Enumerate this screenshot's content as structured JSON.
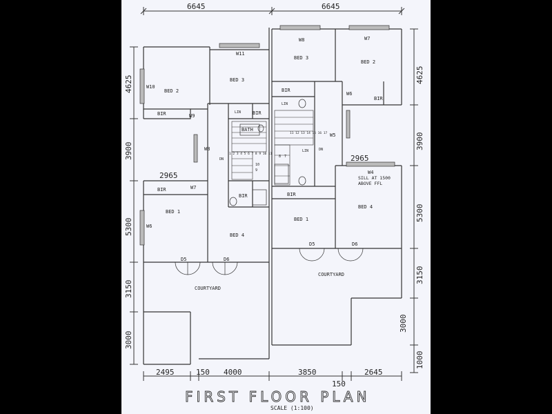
{
  "title": "FIRST FLOOR PLAN",
  "scale": "SCALE (1:100)",
  "dims": {
    "top_left": "6645",
    "top_right": "6645",
    "left_1": "4625",
    "left_2": "3900",
    "left_3": "5300",
    "left_4": "3150",
    "left_5": "3000",
    "inner_left": "2965",
    "inner_right": "2965",
    "right_1": "4625",
    "right_2": "3900",
    "right_3": "5300",
    "right_4": "3150",
    "right_5": "3000",
    "right_6": "1000",
    "bottom_1": "2495",
    "bottom_2": "150",
    "bottom_3": "4000",
    "bottom_4": "3850",
    "bottom_5": "150",
    "bottom_6": "2645"
  },
  "rooms": {
    "bed2_left": "BED 2",
    "bed3_left": "BED 3",
    "bed1_left": "BED 1",
    "bed4_left": "BED 4",
    "bed3_right": "BED 3",
    "bed2_right": "BED 2",
    "bed1_right": "BED 1",
    "bed4_right": "BED 4",
    "courtyard_left": "COURTYARD",
    "courtyard_right": "COURTYARD",
    "bath": "BATH"
  },
  "labels": {
    "w10": "W10",
    "w11": "W11",
    "w9": "W9",
    "w8_left": "W8",
    "w7_left": "W7",
    "w6_left": "W6",
    "w8_right": "W8",
    "w7_right": "W7",
    "w6_right": "W6",
    "w5": "W5",
    "w4": "W4",
    "d5_left": "D5",
    "d6_left": "D6",
    "d5_right": "D5",
    "d6_right": "D6",
    "bir_1": "BIR",
    "bir_2": "BIR",
    "bir_3": "BIR",
    "bir_4": "BIR",
    "bir_5": "BIR",
    "bir_6": "BIR",
    "bir_7": "BIR",
    "lin_1": "LIN",
    "lin_2": "LIN",
    "lin_3": "LIN",
    "dn_1": "DN",
    "dn_2": "DN",
    "sill_1": "SILL AT 1500",
    "sill_2": "ABOVE FFL",
    "stair_left": "1 2 3 4 5 6 7 8 9 10 11",
    "stair_right": "11 12 13 14 15 16 17",
    "st_10": "10",
    "st_9": "9",
    "st_8": "8",
    "st_7": "7"
  }
}
